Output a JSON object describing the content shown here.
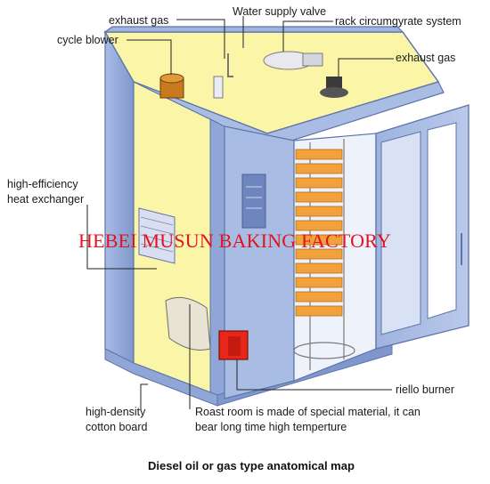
{
  "labels": {
    "exhaust_gas_top": "exhaust gas",
    "water_supply_valve": "Water supply valve",
    "rack_circumgyrate_system": "rack circumgyrate system",
    "cycle_blower": "cycle blower",
    "exhaust_gas_right": "exhaust gas",
    "heat_exchanger_line1": "high-efficiency",
    "heat_exchanger_line2": "heat exchanger",
    "riello_burner": "riello burner",
    "cotton_board_line1": "high-density",
    "cotton_board_line2": "cotton board",
    "roast_room_line1": "Roast room is made of special material, it can",
    "roast_room_line2": "bear long time high temperture"
  },
  "watermark": "HEBEI MUSUN BAKING FACTORY",
  "caption": "Diesel oil or gas type anatomical map",
  "colors": {
    "frame_blue": "#8fa6d6",
    "frame_dark": "#5d74a8",
    "insulation_yellow": "#fbf5a8",
    "tray_orange": "#f2a23a",
    "burner_red": "#e8261a",
    "watermark_red": "#e0141e"
  }
}
